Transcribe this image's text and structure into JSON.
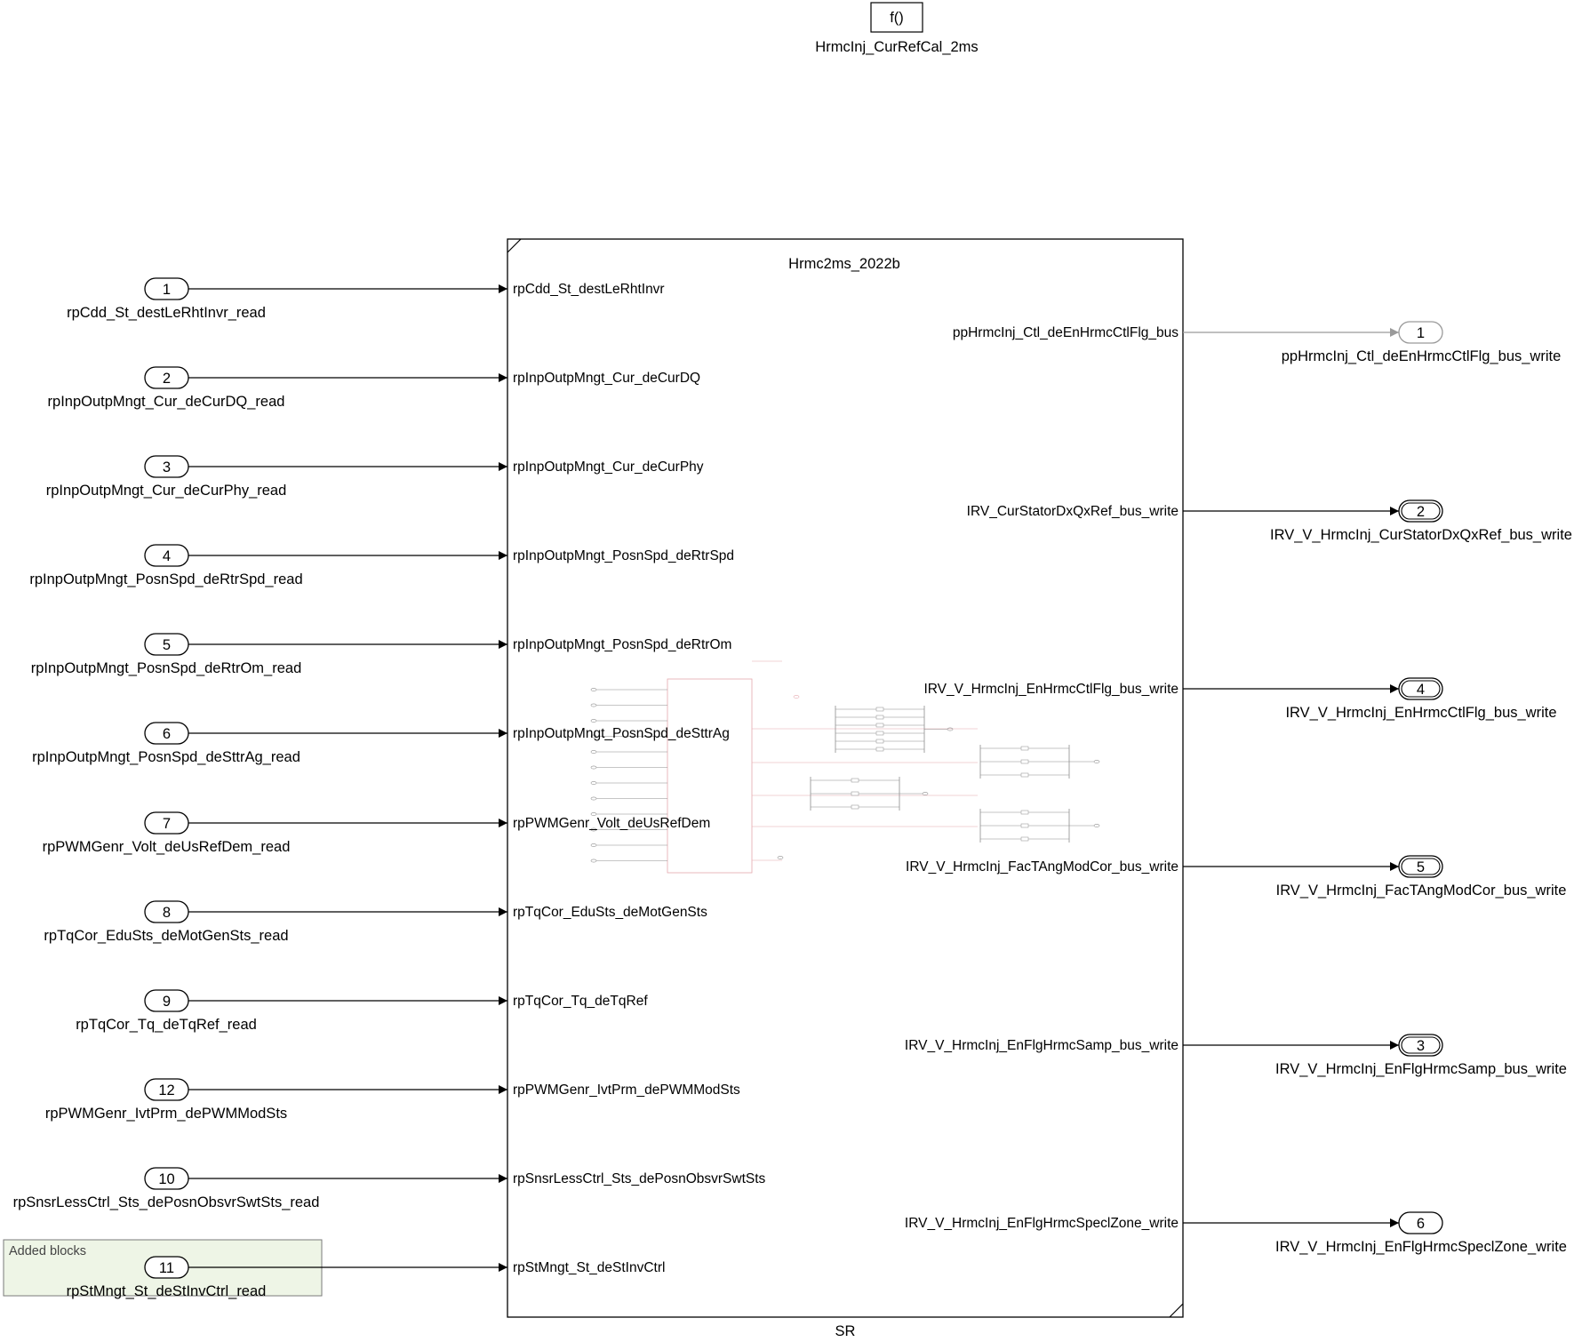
{
  "function_call": {
    "glyph": "f()",
    "name": "HrmcInj_CurRefCal_2ms"
  },
  "subsystem": {
    "title": "Hrmc2ms_2022b",
    "name": "SR"
  },
  "group": {
    "label": "Added blocks"
  },
  "inports": [
    {
      "num": "1",
      "name": "rpCdd_St_destLeRhtInvr_read",
      "port": "rpCdd_St_destLeRhtInvr",
      "in_group": false
    },
    {
      "num": "2",
      "name": "rpInpOutpMngt_Cur_deCurDQ_read",
      "port": "rpInpOutpMngt_Cur_deCurDQ",
      "in_group": false
    },
    {
      "num": "3",
      "name": "rpInpOutpMngt_Cur_deCurPhy_read",
      "port": "rpInpOutpMngt_Cur_deCurPhy",
      "in_group": false
    },
    {
      "num": "4",
      "name": "rpInpOutpMngt_PosnSpd_deRtrSpd_read",
      "port": "rpInpOutpMngt_PosnSpd_deRtrSpd",
      "in_group": false
    },
    {
      "num": "5",
      "name": "rpInpOutpMngt_PosnSpd_deRtrOm_read",
      "port": "rpInpOutpMngt_PosnSpd_deRtrOm",
      "in_group": false
    },
    {
      "num": "6",
      "name": "rpInpOutpMngt_PosnSpd_deSttrAg_read",
      "port": "rpInpOutpMngt_PosnSpd_deSttrAg",
      "in_group": false
    },
    {
      "num": "7",
      "name": "rpPWMGenr_Volt_deUsRefDem_read",
      "port": "rpPWMGenr_Volt_deUsRefDem",
      "in_group": false
    },
    {
      "num": "8",
      "name": "rpTqCor_EduSts_deMotGenSts_read",
      "port": "rpTqCor_EduSts_deMotGenSts",
      "in_group": false
    },
    {
      "num": "9",
      "name": "rpTqCor_Tq_deTqRef_read",
      "port": "rpTqCor_Tq_deTqRef",
      "in_group": false
    },
    {
      "num": "12",
      "name": "rpPWMGenr_IvtPrm_dePWMModSts",
      "port": "rpPWMGenr_IvtPrm_dePWMModSts",
      "in_group": false
    },
    {
      "num": "10",
      "name": "rpSnsrLessCtrl_Sts_dePosnObsvrSwtSts_read",
      "port": "rpSnsrLessCtrl_Sts_dePosnObsvrSwtSts",
      "in_group": false
    },
    {
      "num": "11",
      "name": "rpStMngt_St_deStInvCtrl_read",
      "port": "rpStMngt_St_deStInvCtrl",
      "in_group": true
    }
  ],
  "outports": [
    {
      "num": "1",
      "name": "ppHrmcInj_Ctl_deEnHrmcCtlFlg_bus_write",
      "port": "ppHrmcInj_Ctl_deEnHrmcCtlFlg_bus",
      "style": "disabled"
    },
    {
      "num": "2",
      "name": "IRV_V_HrmcInj_CurStatorDxQxRef_bus_write",
      "port": "IRV_CurStatorDxQxRef_bus_write",
      "style": "bus"
    },
    {
      "num": "4",
      "name": "IRV_V_HrmcInj_EnHrmcCtlFlg_bus_write",
      "port": "IRV_V_HrmcInj_EnHrmcCtlFlg_bus_write",
      "style": "bus"
    },
    {
      "num": "5",
      "name": "IRV_V_HrmcInj_FacTAngModCor_bus_write",
      "port": "IRV_V_HrmcInj_FacTAngModCor_bus_write",
      "style": "bus"
    },
    {
      "num": "3",
      "name": "IRV_V_HrmcInj_EnFlgHrmcSamp_bus_write",
      "port": "IRV_V_HrmcInj_EnFlgHrmcSamp_bus_write",
      "style": "bus"
    },
    {
      "num": "6",
      "name": "IRV_V_HrmcInj_EnFlgHrmcSpeclZone_write",
      "port": "IRV_V_HrmcInj_EnFlgHrmcSpeclZone_write",
      "style": "plain"
    }
  ],
  "colors": {
    "line": "#000000",
    "disabled": "#9a9a9a",
    "group_fill": "#eef5e6",
    "group_stroke": "#7a7a7a",
    "preview": "#e5a8ae",
    "preview_gray": "#8c8c8c"
  }
}
